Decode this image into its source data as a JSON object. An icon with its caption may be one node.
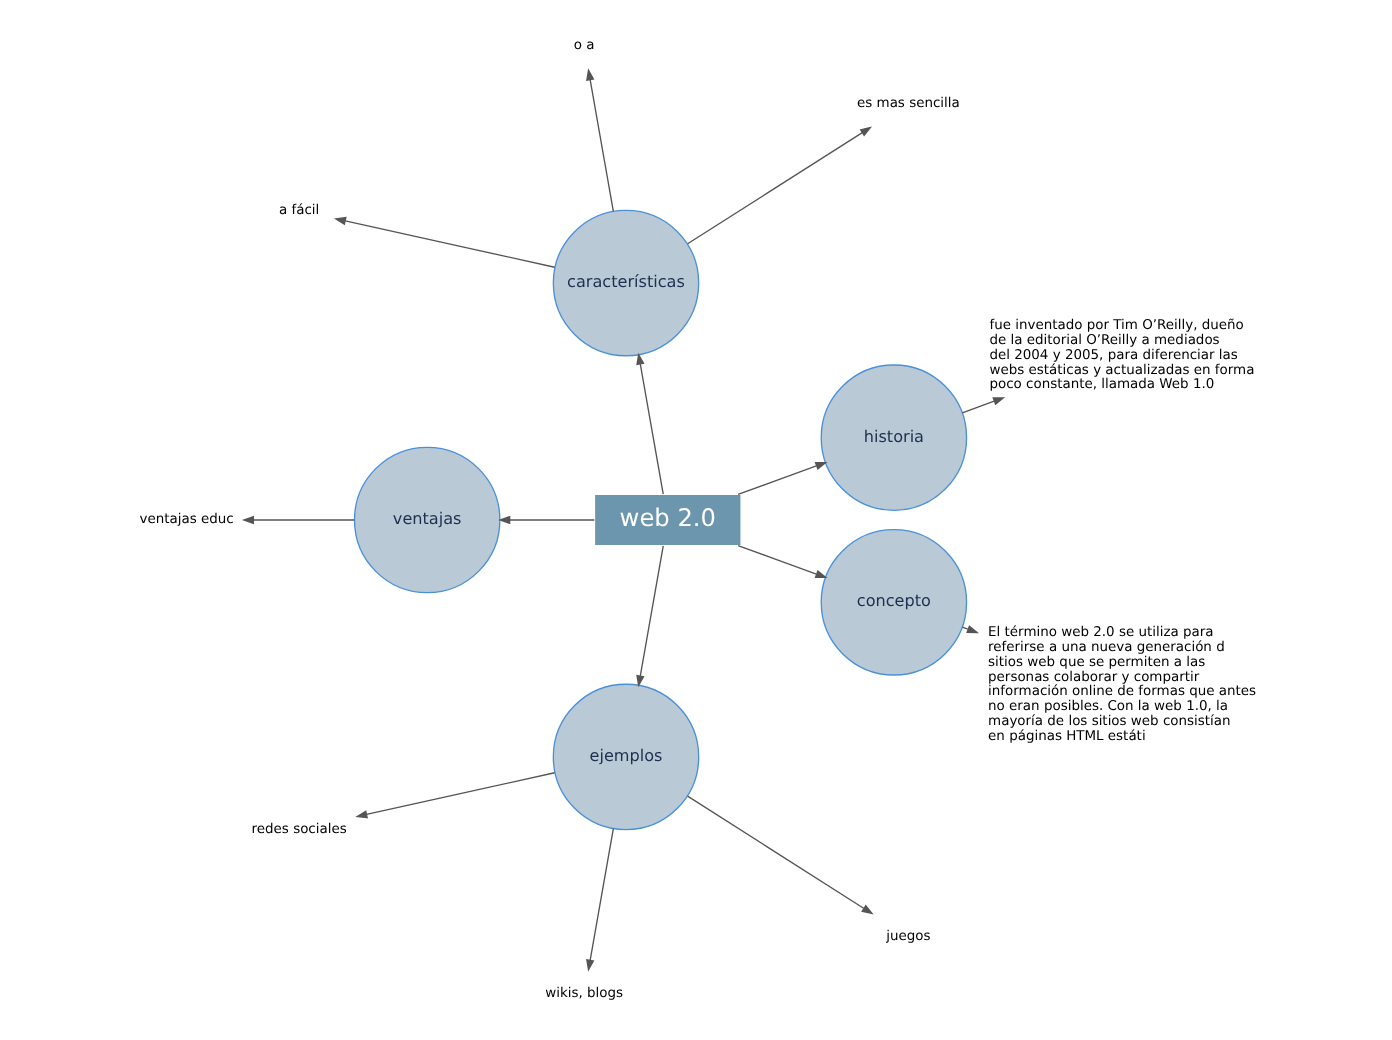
{
  "diagram": {
    "nodes": [
      {
        "text": [
          "web 2.0"
        ]
      },
      {
        "text": [
          "historia"
        ]
      },
      {
        "text": [
          "fue inventado por Tim O’Reilly, dueño de la editorial O’Reilly a mediados del 2004 y 2005, para diferenciar las webs estáticas y actualizadas en forma poco constante, llamada Web 1.0"
        ]
      },
      {
        "text": [
          "características"
        ]
      },
      {
        "text": [
          "es mas sencilla"
        ]
      },
      {
        "text": [
          "o a"
        ]
      },
      {
        "text": [
          "a fácil"
        ]
      },
      {
        "text": [
          "ventajas"
        ]
      },
      {
        "text": [
          "ventajas educ"
        ]
      },
      {
        "text": [
          "ejemplos"
        ]
      },
      {
        "text": [
          "redes sociales"
        ]
      },
      {
        "text": [
          "wikis, blogs"
        ]
      },
      {
        "text": [
          "juegos"
        ]
      },
      {
        "text": [
          "concepto"
        ]
      },
      {
        "text": [
          "El término web 2.0 se utiliza para referirse a una nueva generación d sitios web que se permiten a las personas colaborar y compartir información online de formas que antes no eran posibles. Con la web 1.0, la mayoría de los sitios web consistían en páginas HTML estáti"
        ]
      }
    ],
    "edges": [
      {
        "from": 0,
        "to": 1,
        "arrow": "to"
      },
      {
        "from": 1,
        "to": 2,
        "arrow": "to"
      },
      {
        "from": 0,
        "to": 3,
        "arrow": "to"
      },
      {
        "from": 3,
        "to": 4,
        "arrow": "to"
      },
      {
        "from": 3,
        "to": 5,
        "arrow": "to"
      },
      {
        "from": 3,
        "to": 6,
        "arrow": "to"
      },
      {
        "from": 0,
        "to": 7,
        "arrow": "to"
      },
      {
        "from": 7,
        "to": 8,
        "arrow": "to"
      },
      {
        "from": 0,
        "to": 9,
        "arrow": "to"
      },
      {
        "from": 9,
        "to": 10,
        "arrow": "to"
      },
      {
        "from": 9,
        "to": 11,
        "arrow": "to"
      },
      {
        "from": 9,
        "to": 12,
        "arrow": "to"
      },
      {
        "from": 0,
        "to": 13,
        "arrow": "to"
      },
      {
        "from": 13,
        "to": 14,
        "arrow": "to"
      }
    ]
  }
}
